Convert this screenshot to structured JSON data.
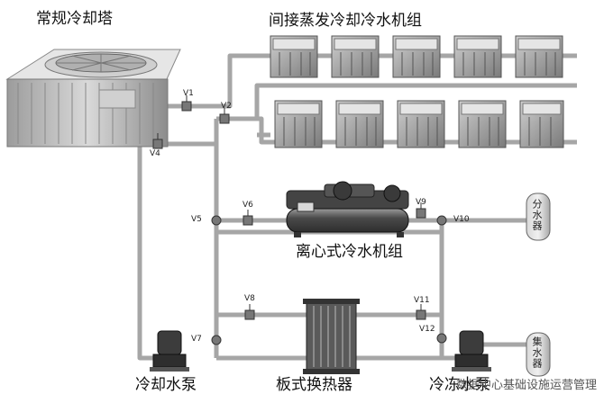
{
  "labels": {
    "cooling_tower": "常规冷却塔",
    "indirect_chillers": "间接蒸发冷却冷水机组",
    "centrifugal_chiller": "离心式冷水机组",
    "cooling_pump": "冷却水泵",
    "plate_exchanger": "板式换热器",
    "chilled_pump": "冷冻水泵",
    "supply_header": "分水器",
    "return_header": "集水器"
  },
  "valves": {
    "v1": "V1",
    "v2": "V2",
    "v4": "V4",
    "v5": "V5",
    "v6": "V6",
    "v7": "V7",
    "v8": "V8",
    "v9": "V9",
    "v10": "V10",
    "v11": "V11",
    "v12": "V12"
  },
  "watermark": "数据中心基础设施运营管理",
  "colors": {
    "pipe": "#a9a9a9",
    "pipe_edge": "#8a8a8a",
    "equipment": "#6e6e6e",
    "text": "#111111"
  }
}
